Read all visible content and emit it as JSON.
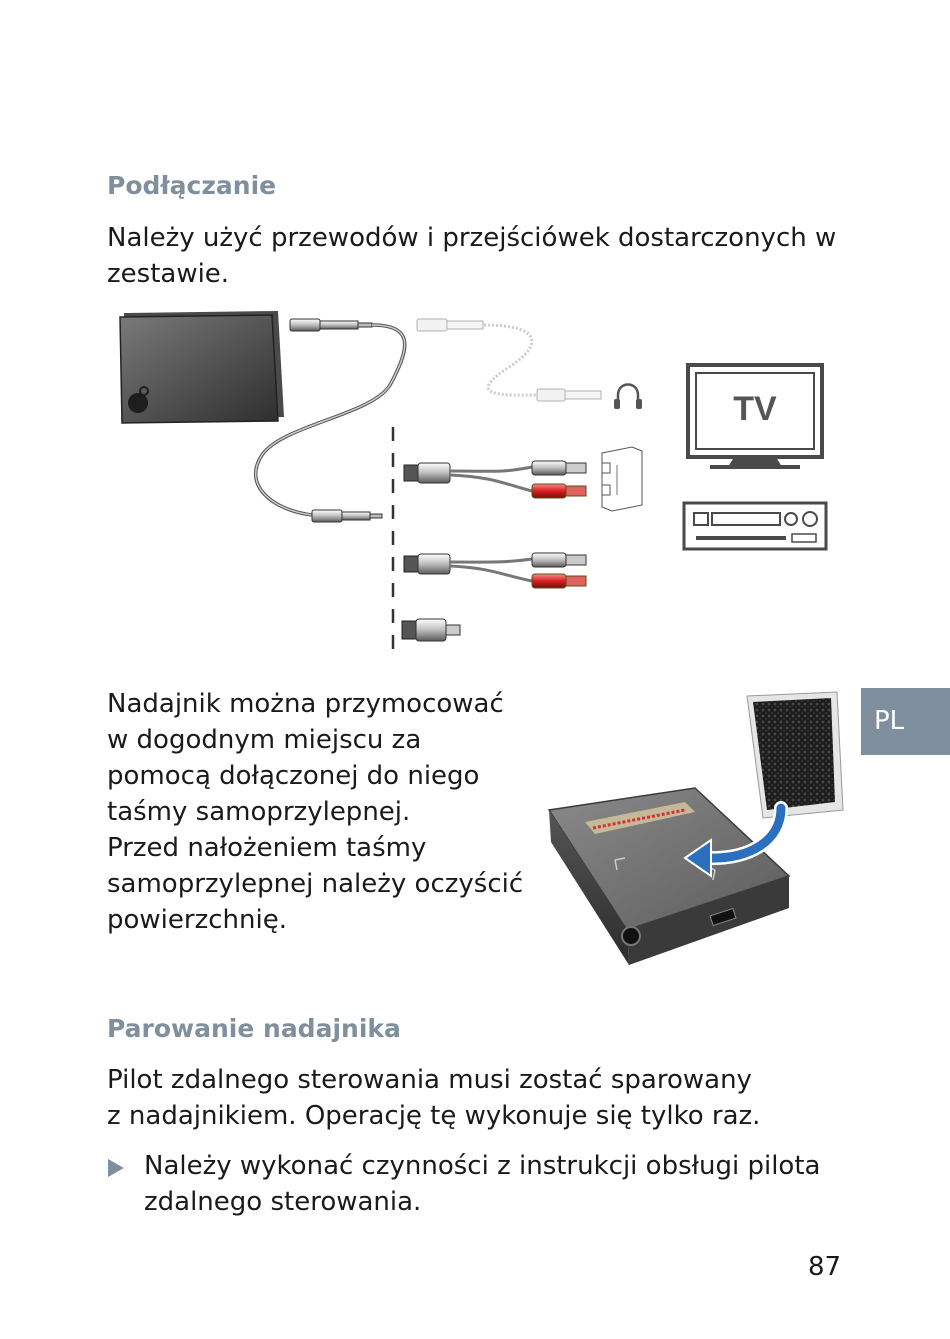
{
  "section1": {
    "heading": "Podłączanie",
    "body_lines": [
      "Należy użyć przewodów i przejściówek dostarczonych w",
      "zestawie."
    ]
  },
  "diagram": {
    "tv_label": "TV"
  },
  "section2": {
    "body_lines": [
      "Nadajnik można przymocować",
      "w dogodnym miejscu za",
      "pomocą dołączonej do niego",
      "taśmy samoprzylepnej.",
      "Przed nałożeniem taśmy",
      "samoprzylepnej należy oczyścić",
      "powierzchnię."
    ]
  },
  "section3": {
    "heading": "Parowanie nadajnika",
    "body_lines": [
      "Pilot zdalnego sterowania musi zostać sparowany",
      "z nadajnikiem. Operację tę wykonuje się tylko raz."
    ],
    "bullet_lines": [
      "Należy wykonać czynności z instrukcji obsługi pilota",
      "zdalnego sterowania."
    ]
  },
  "side_tab": {
    "label": "PL"
  },
  "page_number": "87",
  "colors": {
    "heading": "#7f8f9d",
    "tab_background": "#7f8f9d",
    "text": "#1a1a1a",
    "cable_red": "#d42020"
  }
}
